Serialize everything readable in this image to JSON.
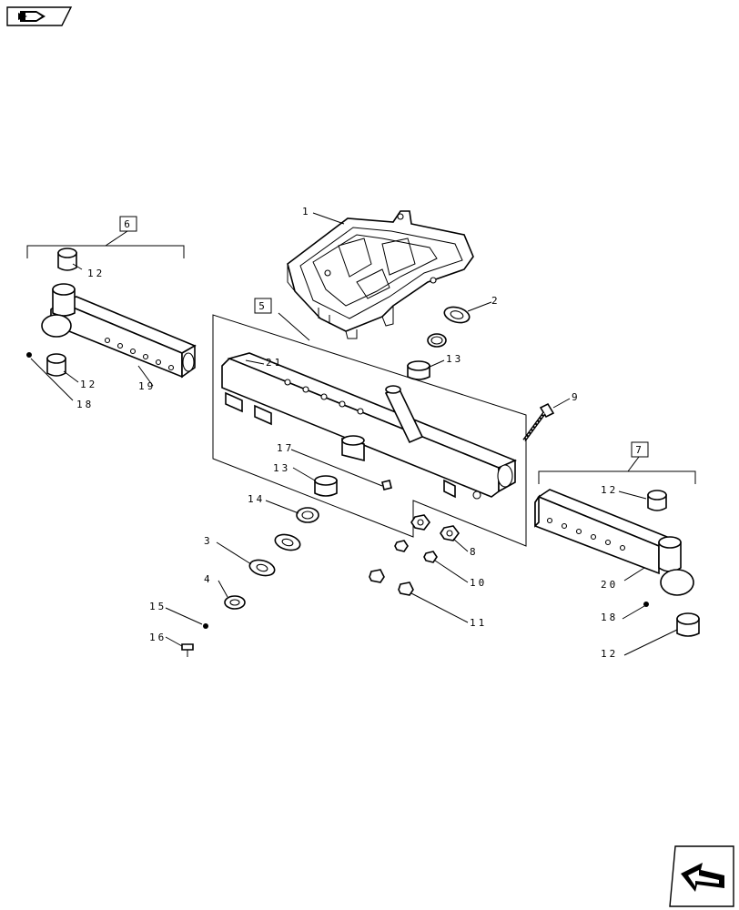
{
  "nav": {
    "prev_icon": "prev-page-arrow-icon",
    "next_icon": "next-page-arrow-icon"
  },
  "groups": [
    {
      "id": "6"
    },
    {
      "id": "5"
    },
    {
      "id": "7"
    }
  ],
  "callouts": [
    {
      "id": "1",
      "text": "1"
    },
    {
      "id": "2",
      "text": "2"
    },
    {
      "id": "3",
      "text": "3"
    },
    {
      "id": "4",
      "text": "4"
    },
    {
      "id": "8",
      "text": "8"
    },
    {
      "id": "9",
      "text": "9"
    },
    {
      "id": "10",
      "text": "10"
    },
    {
      "id": "11",
      "text": "11"
    },
    {
      "id": "12a",
      "text": "12"
    },
    {
      "id": "12b",
      "text": "12"
    },
    {
      "id": "12c",
      "text": "12"
    },
    {
      "id": "12d",
      "text": "12"
    },
    {
      "id": "13a",
      "text": "13"
    },
    {
      "id": "13b",
      "text": "13"
    },
    {
      "id": "14",
      "text": "14"
    },
    {
      "id": "15",
      "text": "15"
    },
    {
      "id": "16",
      "text": "16"
    },
    {
      "id": "17",
      "text": "17"
    },
    {
      "id": "18a",
      "text": "18"
    },
    {
      "id": "18b",
      "text": "18"
    },
    {
      "id": "19",
      "text": "19"
    },
    {
      "id": "20",
      "text": "20"
    },
    {
      "id": "21",
      "text": "21"
    }
  ]
}
